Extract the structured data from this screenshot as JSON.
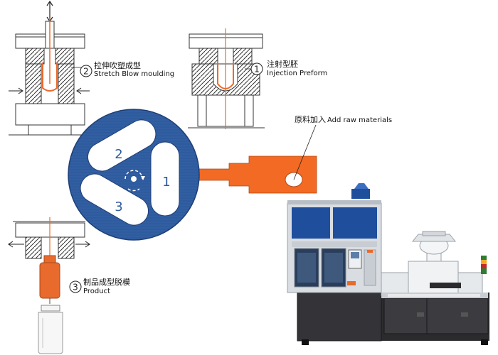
{
  "steps": {
    "injection": {
      "number": "1",
      "label_cn": "注射型胚",
      "label_en": "Injection  Preform"
    },
    "stretch": {
      "number": "2",
      "label_cn": "拉伸吹塑成型",
      "label_en": "Stretch  Blow  moulding"
    },
    "product": {
      "number": "3",
      "label_cn": "制品成型脱模",
      "label_en": "Product"
    }
  },
  "raw_materials": {
    "label_cn": "原料加入",
    "label_en": "Add raw materials"
  },
  "turntable": {
    "slot_1": "1",
    "slot_2": "2",
    "slot_3": "3"
  },
  "machine": {
    "nameplate": ""
  },
  "colors": {
    "turntable_blue": "#2e5a9e",
    "arm_orange": "#f26a24",
    "preform_orange": "#e86a2c",
    "machine_blue": "#1f4e9c",
    "machine_gray": "#d9dde2",
    "machine_dark": "#2b2b2e",
    "line_color": "#222222"
  }
}
